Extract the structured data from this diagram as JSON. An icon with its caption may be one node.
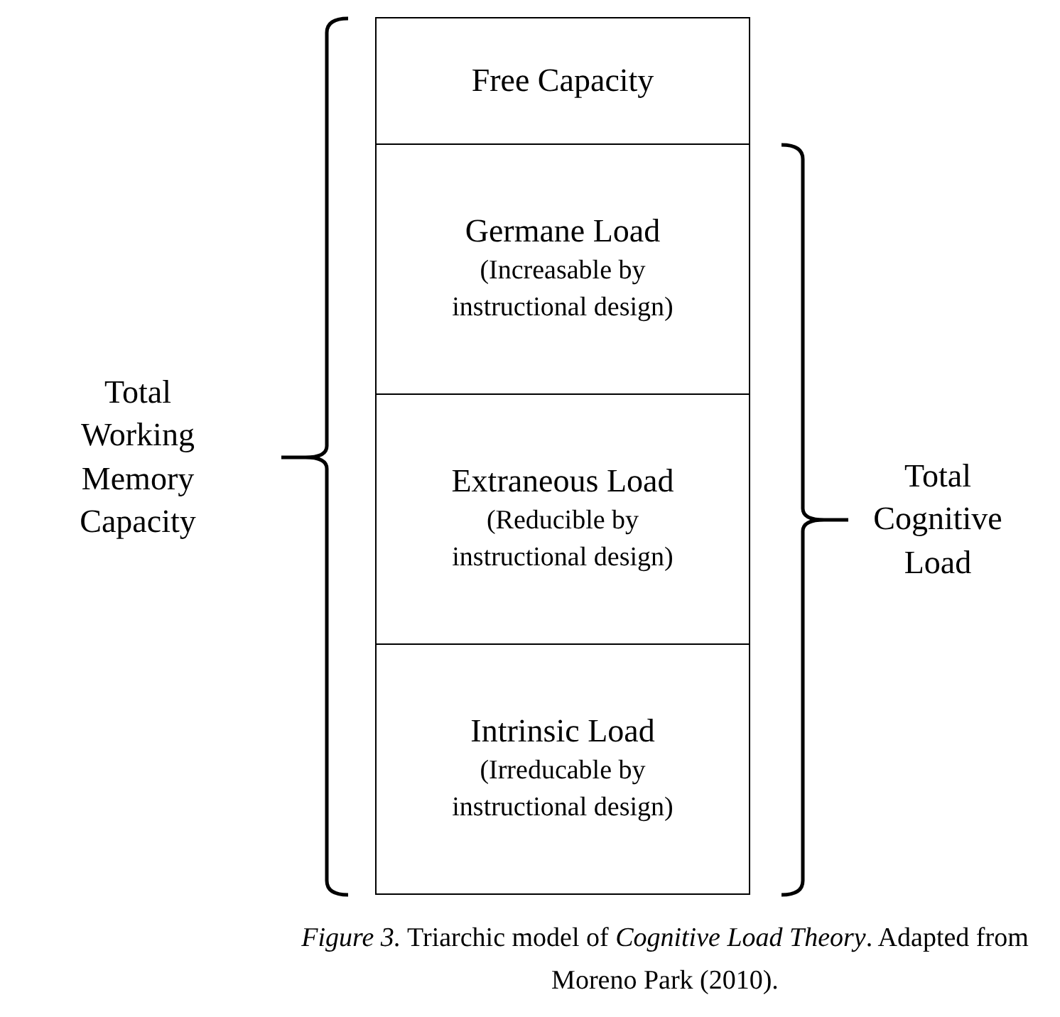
{
  "diagram": {
    "caption": "*Figure 3.* Triarchic model of *Cognitive Load Theory*. Adapted from Moreno Park (2010).",
    "nodes": [
      {
        "text": [
          "Free Capacity"
        ]
      },
      {
        "text": [
          "Germane Load",
          "(Increasable by instructional design)"
        ]
      },
      {
        "text": [
          "Extraneous Load",
          "(Reducible by instructional design)"
        ]
      },
      {
        "text": [
          "Intrinsic Load",
          "(Irreducable by instructional design)"
        ]
      }
    ],
    "labels": [
      "Total Working Memory Capacity",
      "Total Cognitive Load"
    ]
  }
}
